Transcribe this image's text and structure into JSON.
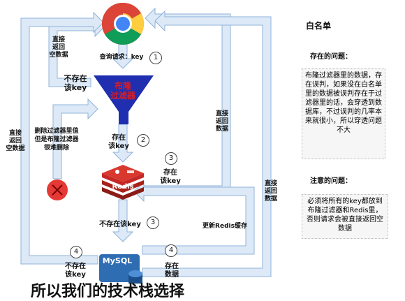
{
  "diagram": {
    "nodes": {
      "chrome": {
        "label": ""
      },
      "filter": {
        "label": "布隆\n过滤器"
      },
      "redis": {
        "label": "Redis"
      },
      "mysql": {
        "label": "MySQL"
      }
    },
    "edge_labels": {
      "query": "查询请求：key",
      "not_exist_top": "不存在\n该key",
      "return_empty_top": "直接\n返回\n空数据",
      "delete_note": "删除过滤器里值\n但是布隆过滤器\n很难删除",
      "return_empty_left": "直接\n返回\n空数据",
      "exist_key_mid": "存在\n该key",
      "exist_key_redis": "存在\n该key",
      "return_data_right": "直接\n返回\n数据",
      "return_data_far": "直接\n返回\n数据",
      "not_exist_redis": "不存在该key",
      "update_cache": "更新Redis缓存",
      "not_exist_bottom": "不存在\n该key",
      "exist_data": "存在\n数据"
    },
    "steps": [
      "1",
      "2",
      "3",
      "3",
      "4",
      "4"
    ]
  },
  "sidebar": {
    "title": "白名单",
    "problem_heading": "存在的问题：",
    "problem_text": "布隆过滤器里的数据，存在误判，如果没在白名单里的数据被误判存在于过滤器里的话，会穿透到数据库，不过误判的几率本来就很小，所以穿透问题不大",
    "note_heading": "注意的问题：",
    "note_text": "必须将所有的key都放到布隆过滤器和Redis里，否则请求会被直接返回空数据"
  },
  "footer": {
    "text": "所以我们的技术栈选择"
  },
  "colors": {
    "arrow_fill": "#dde9f7",
    "arrow_stroke": "#8fb3d9",
    "filter_blue": "#1f2fb0",
    "filter_text": "#e11b1b",
    "redis_red": "#c62828",
    "mysql_blue": "#2f6db3",
    "deny_red": "#e53935"
  }
}
